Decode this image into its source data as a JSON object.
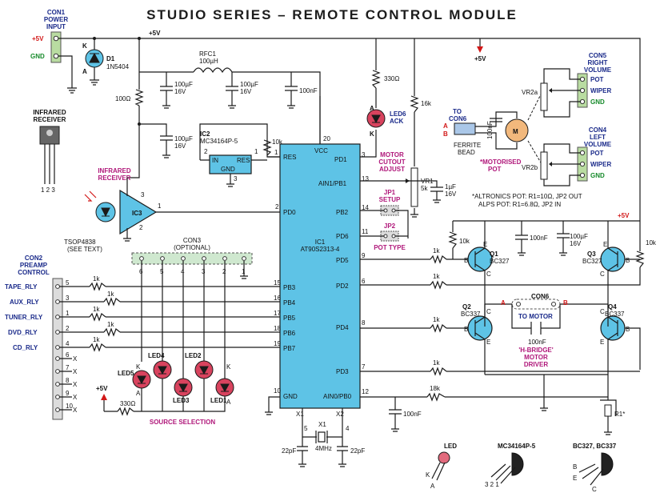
{
  "title": "STUDIO SERIES – REMOTE CONTROL MODULE",
  "con1": {
    "ref": "CON1",
    "name1": "POWER",
    "name2": "INPUT",
    "plus": "+5V",
    "gnd": "GND"
  },
  "rails": {
    "v5_top": "+5V",
    "v5_right": "+5V",
    "v5_mid": "+5V",
    "v5_src": "+5V"
  },
  "d1": {
    "ref": "D1",
    "part": "1N5404",
    "k": "K",
    "a": "A"
  },
  "rfc1": {
    "ref": "RFC1",
    "value": "100µH"
  },
  "caps": {
    "c1": "100µF",
    "c1v": "16V",
    "c2": "100µF",
    "c2v": "16V",
    "c3": "100nF",
    "c4": "100µF",
    "c4v": "16V",
    "c5": "100nF",
    "c6": "100µF",
    "c6v": "16V",
    "c7": "1µF",
    "c7v": "16V",
    "c8": "100nF",
    "c9": "100nF",
    "c10": "22pF",
    "c11": "22pF",
    "c12": "100nF"
  },
  "res": {
    "r100": "100Ω",
    "r10k_a": "10k",
    "r330": "330Ω",
    "r16k": "16k",
    "r10k_q1": "10k",
    "r10k_q3": "10k",
    "r1k_q1": "1k",
    "r1k_q2": "1k",
    "r1k_pd2": "1k",
    "r1k_pd3": "1k",
    "r18k": "18k",
    "r330b": "330Ω",
    "r1": "R1*",
    "preamp": [
      "1k",
      "1k",
      "1k",
      "1k",
      "1k"
    ]
  },
  "ic2": {
    "ref": "IC2",
    "part": "MC34164P-5",
    "in": "IN",
    "res": "RES",
    "gnd": "GND",
    "p2": "2",
    "p1": "1",
    "p3": "3"
  },
  "ic1": {
    "ref": "IC1",
    "part": "AT90S2313-4",
    "vcc": "VCC",
    "res": "RES",
    "gnd": "GND",
    "left_pins": [
      {
        "num": "1",
        "name": "RES"
      },
      {
        "num": "2",
        "name": "PD0"
      },
      {
        "num": "15",
        "name": "PB3"
      },
      {
        "num": "16",
        "name": "PB4"
      },
      {
        "num": "17",
        "name": "PB5"
      },
      {
        "num": "18",
        "name": "PB6"
      },
      {
        "num": "19",
        "name": "PB7"
      },
      {
        "num": "10",
        "name": "GND"
      }
    ],
    "right_pins": [
      {
        "num": "3",
        "name": "PD1"
      },
      {
        "num": "13",
        "name": "AIN1/PB1"
      },
      {
        "num": "14",
        "name": "PB2"
      },
      {
        "num": "11",
        "name": "PD6"
      },
      {
        "num": "9",
        "name": "PD5"
      },
      {
        "num": "6",
        "name": "PD2"
      },
      {
        "num": "8",
        "name": "PD4"
      },
      {
        "num": "7",
        "name": "PD3"
      },
      {
        "num": "12",
        "name": "AIN0/PB0"
      }
    ],
    "top_pin": "20",
    "x1": "X1",
    "x2": "X2",
    "p5": "5",
    "p4": "4"
  },
  "ic3": {
    "ref": "IC3",
    "label1": "INFRARED",
    "label2": "RECEIVER",
    "part": "TSOP4838",
    "note": "(SEE TEXT)",
    "p3": "3",
    "p1": "1",
    "p2": "2"
  },
  "ir_pkg": {
    "l1": "INFRARED",
    "l2": "RECEIVER",
    "pins": "1 2 3"
  },
  "led6": {
    "ref": "LED6",
    "name": "ACK",
    "a": "A",
    "k": "K"
  },
  "motor_cut": {
    "l1": "MOTOR",
    "l2": "CUTOUT",
    "l3": "ADJUST"
  },
  "vr1": {
    "ref": "VR1",
    "value": "5k"
  },
  "jp1": {
    "ref": "JP1",
    "name": "SETUP"
  },
  "jp2": {
    "ref": "JP2",
    "name": "POT TYPE"
  },
  "note": {
    "l1": "*ALTRONICS POT: R1=10Ω, JP2 OUT",
    "l2": "ALPS POT: R1=6.8Ω, JP2 IN"
  },
  "con6_top": {
    "to": "TO",
    "con": "CON6",
    "a": "A",
    "b": "B",
    "ferrite1": "FERRITE",
    "ferrite2": "BEAD",
    "cap": "100nF",
    "motor": "M",
    "pot1": "*MOTORISED",
    "pot2": "POT"
  },
  "con5": {
    "ref": "CON5",
    "l1": "RIGHT",
    "l2": "VOLUME",
    "pins": [
      "POT",
      "WIPER",
      "GND"
    ],
    "vr": "VR2a"
  },
  "con4": {
    "ref": "CON4",
    "l1": "LEFT",
    "l2": "VOLUME",
    "pins": [
      "POT",
      "WIPER",
      "GND"
    ],
    "vr": "VR2b"
  },
  "con3": {
    "ref": "CON3",
    "note": "(OPTIONAL)",
    "pins": [
      "6",
      "5",
      "4",
      "3",
      "2",
      "1"
    ]
  },
  "con2": {
    "ref": "CON2",
    "l1": "PREAMP",
    "l2": "CONTROL",
    "signals": [
      {
        "name": "TAPE_RLY",
        "pin": "5"
      },
      {
        "name": "AUX_RLY",
        "pin": "3"
      },
      {
        "name": "TUNER_RLY",
        "pin": "1"
      },
      {
        "name": "DVD_RLY",
        "pin": "2"
      },
      {
        "name": "CD_RLY",
        "pin": "4"
      }
    ],
    "x_pins": [
      "6",
      "7",
      "8",
      "9",
      "10"
    ],
    "x": "X"
  },
  "leds": {
    "led5": "LED5",
    "led4": "LED4",
    "led3": "LED3",
    "led2": "LED2",
    "led1": "LED1",
    "k": "K",
    "a": "A"
  },
  "source_sel": "SOURCE SELECTION",
  "q1": {
    "ref": "Q1",
    "part": "BC327"
  },
  "q2": {
    "ref": "Q2",
    "part": "BC337"
  },
  "q3": {
    "ref": "Q3",
    "part": "BC327"
  },
  "q4": {
    "ref": "Q4",
    "part": "BC337"
  },
  "con6": {
    "ref": "CON6",
    "a": "A",
    "b": "B",
    "to": "TO MOTOR",
    "cap": "100nF"
  },
  "hbridge": {
    "l1": "'H-BRIDGE'",
    "l2": "MOTOR",
    "l3": "DRIVER"
  },
  "x1": {
    "ref": "X1",
    "value": "4MHz"
  },
  "pkg": {
    "led": "LED",
    "mc": "MC34164P-5",
    "bc": "BC327, BC337",
    "k": "K",
    "a": "A",
    "pins": "3 2 1",
    "b": "B",
    "e": "E",
    "c": "C"
  },
  "bce": {
    "b": "B",
    "c": "C",
    "e": "E"
  }
}
